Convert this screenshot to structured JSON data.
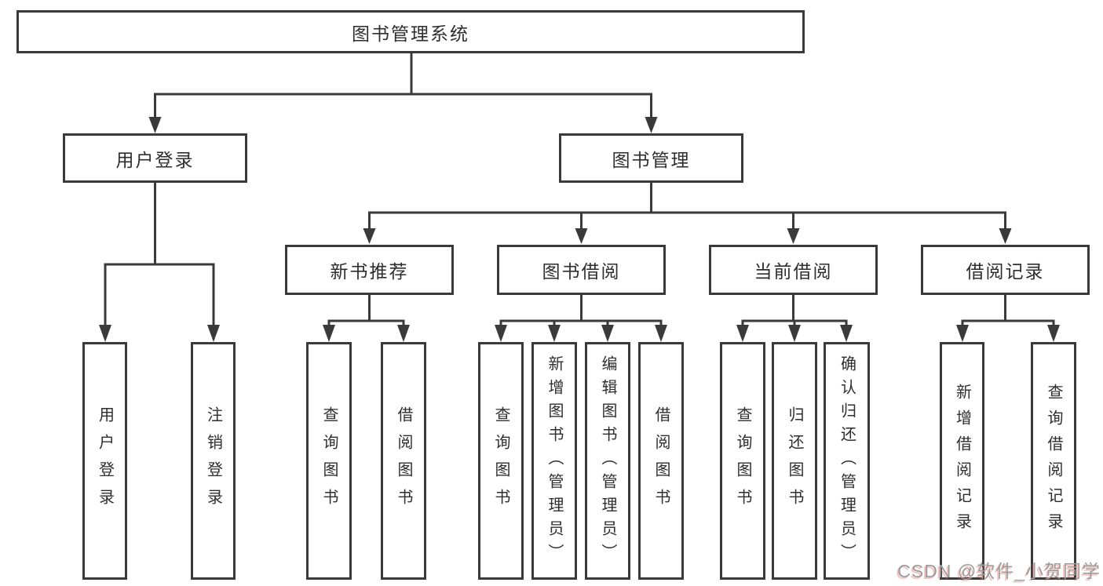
{
  "chart": {
    "type": "hierarchy-diagram",
    "root": "图书管理系统",
    "branches": [
      {
        "label": "用户登录",
        "leaves": [
          "用户登录",
          "注销登录"
        ]
      },
      {
        "label": "图书管理",
        "groups": [
          {
            "label": "新书推荐",
            "leaves": [
              "查询图书",
              "借阅图书"
            ]
          },
          {
            "label": "图书借阅",
            "leaves": [
              "查询图书",
              "新增图书（管理员）",
              "编辑图书（管理员）",
              "借阅图书"
            ]
          },
          {
            "label": "当前借阅",
            "leaves": [
              "查询图书",
              "归还图书",
              "确认归还（管理员）"
            ]
          },
          {
            "label": "借阅记录",
            "leaves": [
              "新增借阅记录",
              "查询借阅记录"
            ]
          }
        ]
      }
    ]
  },
  "watermark": {
    "text": "CSDN @软件_小贺同学"
  },
  "colors": {
    "line": "#3a3a3a",
    "text": "#2e2e2e",
    "background": "#ffffff",
    "watermark_gray": "#9c9c9c",
    "watermark_red": "#e0625a"
  }
}
